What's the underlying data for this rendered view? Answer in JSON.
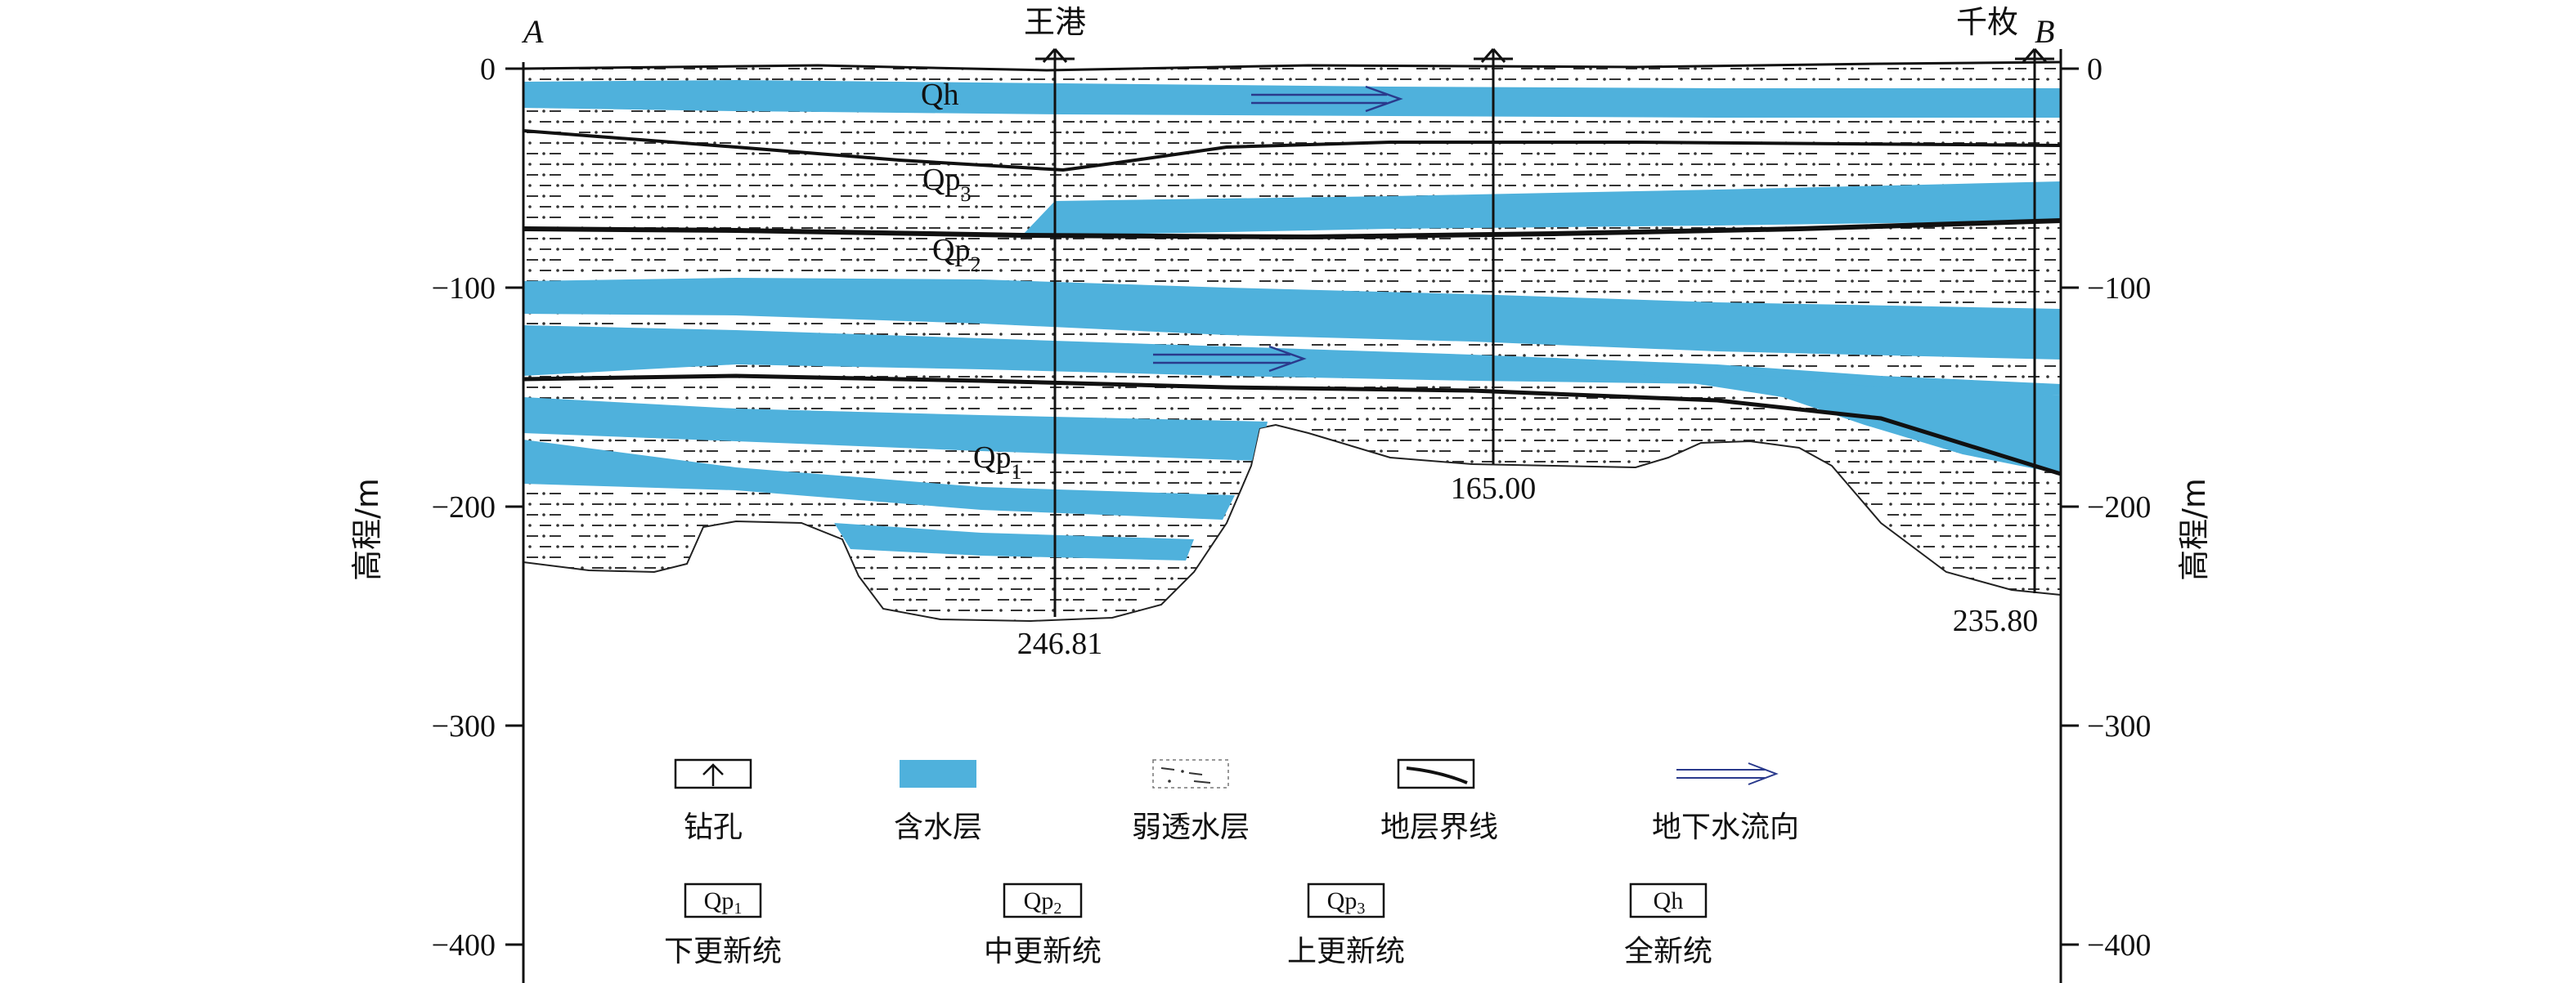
{
  "section": {
    "end_left": "A",
    "end_right": "B",
    "y_axis_label": "高程/m",
    "y_ticks": [
      0,
      -100,
      -200,
      -300,
      -400
    ],
    "y_tick_labels": [
      "0",
      "−100",
      "−200",
      "−300",
      "−400"
    ],
    "boreholes": [
      {
        "name": "王港",
        "depth_label": "246.81"
      },
      {
        "name": "",
        "depth_label": "165.00"
      },
      {
        "name": "千枚",
        "depth_label": "235.80"
      }
    ],
    "strata_codes": {
      "qh": "Qh",
      "qp3_main": "Qp",
      "qp3_sub": "3",
      "qp2_main": "Qp",
      "qp2_sub": "2",
      "qp1_main": "Qp",
      "qp1_sub": "1"
    },
    "colors": {
      "aquifer": "#4fb1dc",
      "line": "#111111",
      "flow_arrow": "#2a3a8c"
    }
  },
  "legend": {
    "row1": [
      {
        "key": "borehole",
        "label": "钻孔"
      },
      {
        "key": "aquifer",
        "label": "含水层"
      },
      {
        "key": "aquitard",
        "label": "弱透水层"
      },
      {
        "key": "boundary",
        "label": "地层界线"
      },
      {
        "key": "flow",
        "label": "地下水流向"
      }
    ],
    "row2": [
      {
        "code_main": "Qp",
        "code_sub": "1",
        "label": "下更新统"
      },
      {
        "code_main": "Qp",
        "code_sub": "2",
        "label": "中更新统"
      },
      {
        "code_main": "Qp",
        "code_sub": "3",
        "label": "上更新统"
      },
      {
        "code_main": "Qh",
        "code_sub": "",
        "label": "全新统"
      }
    ]
  }
}
